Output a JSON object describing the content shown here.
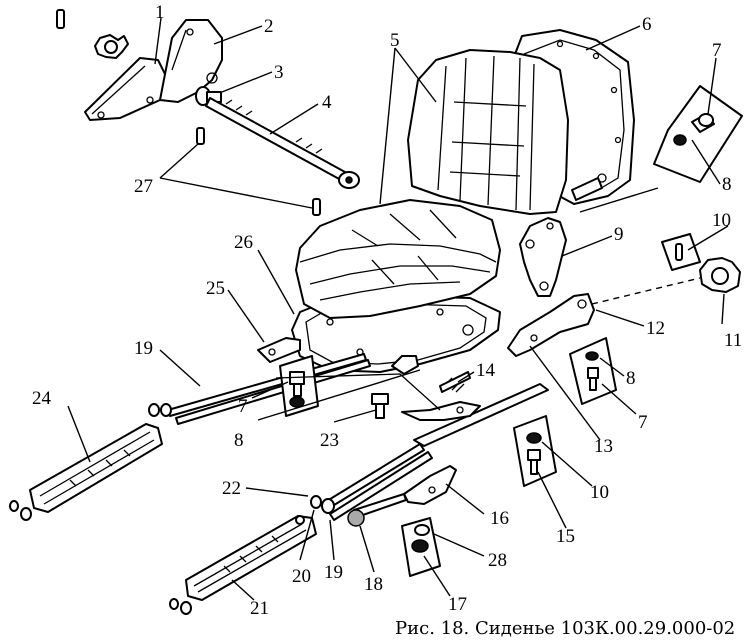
{
  "caption": "Рис. 18. Сиденье 103К.00.29.000-02",
  "labels": {
    "p1": "1",
    "p2": "2",
    "p3": "3",
    "p4": "4",
    "p5": "5",
    "p6": "6",
    "p7a": "7",
    "p8a": "8",
    "p9": "9",
    "p10a": "10",
    "p11": "11",
    "p12": "12",
    "p8b": "8",
    "p7b": "7",
    "p13": "13",
    "p10b": "10",
    "p15": "15",
    "p14": "14",
    "p7c": "7",
    "p8c": "8",
    "p23": "23",
    "p19a": "19",
    "p24": "24",
    "p25": "25",
    "p26": "26",
    "p27": "27",
    "p22": "22",
    "p20": "20",
    "p19b": "19",
    "p18": "18",
    "p16": "16",
    "p28": "28",
    "p17": "17",
    "p21": "21"
  }
}
